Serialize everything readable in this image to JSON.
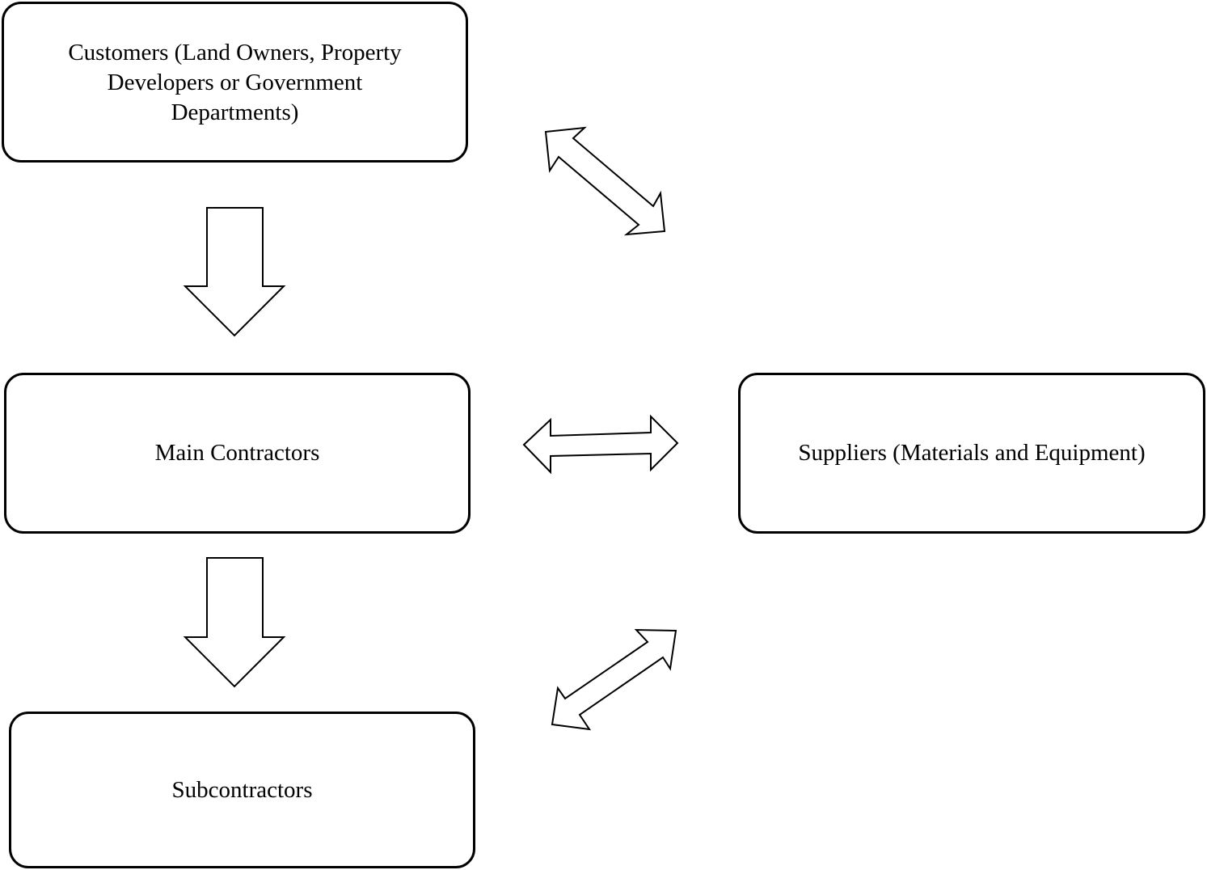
{
  "nodes": {
    "customers": "Customers (Land Owners, Property Developers or Government Departments)",
    "main_contractors": "Main Contractors",
    "subcontractors": "Subcontractors",
    "suppliers": "Suppliers (Materials and Equipment)"
  },
  "edges": [
    {
      "from": "customers",
      "to": "main_contractors",
      "style": "one-way block arrow"
    },
    {
      "from": "main_contractors",
      "to": "subcontractors",
      "style": "one-way block arrow"
    },
    {
      "from": "customers",
      "to": "suppliers",
      "style": "two-way block arrow"
    },
    {
      "from": "main_contractors",
      "to": "suppliers",
      "style": "two-way block arrow"
    },
    {
      "from": "subcontractors",
      "to": "suppliers",
      "style": "two-way block arrow"
    }
  ]
}
